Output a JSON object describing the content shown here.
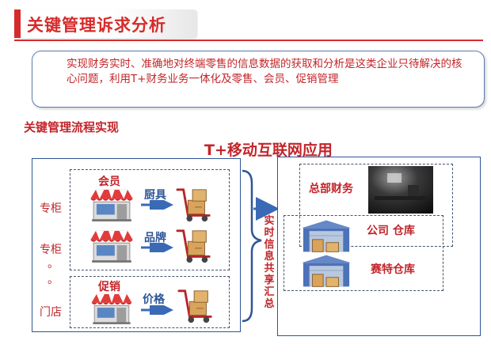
{
  "header": {
    "title": "关键管理诉求分析"
  },
  "summary": {
    "text": "实现财务实时、准确地对终端零售的信息数据的获取和分析是这类企业只待解决的核心问题，利用T+财务业务一体化及零售、会员、促销管理"
  },
  "subtitle": "关键管理流程实现",
  "diagram": {
    "center_title": "T+移动互联网应用",
    "left_labels": [
      "专柜",
      "专柜",
      "。",
      "。",
      "门店"
    ],
    "groups": [
      {
        "store_label": "会员",
        "target_label": "厨具"
      },
      {
        "store_label": "",
        "target_label": "品牌"
      },
      {
        "store_label": "促销",
        "target_label": "价格"
      }
    ],
    "connector_text": "实时信息共享汇总",
    "right": {
      "hq_label": "总部财务",
      "warehouses": [
        "公司 仓库",
        "赛特仓库"
      ]
    }
  },
  "colors": {
    "accent_red": "#c2252a",
    "border_blue": "#2f5597",
    "arrow_blue": "#3a6ab6"
  }
}
